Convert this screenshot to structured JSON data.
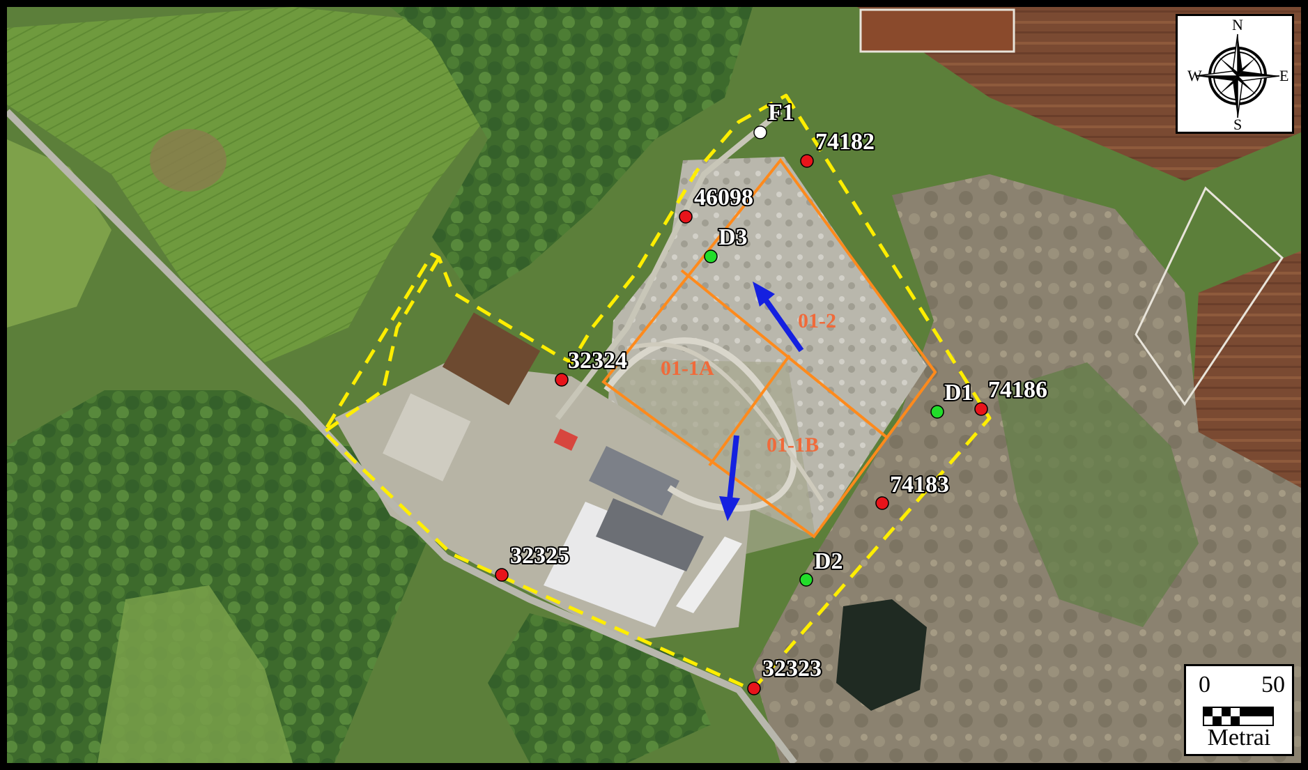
{
  "map": {
    "wells": [
      {
        "id": "F1",
        "label": "F1",
        "kind": "white"
      },
      {
        "id": "74182",
        "label": "74182",
        "kind": "red"
      },
      {
        "id": "46098",
        "label": "46098",
        "kind": "red"
      },
      {
        "id": "D3",
        "label": "D3",
        "kind": "green"
      },
      {
        "id": "32324",
        "label": "32324",
        "kind": "red"
      },
      {
        "id": "D1",
        "label": "D1",
        "kind": "green"
      },
      {
        "id": "74186",
        "label": "74186",
        "kind": "red"
      },
      {
        "id": "74183",
        "label": "74183",
        "kind": "red"
      },
      {
        "id": "D2",
        "label": "D2",
        "kind": "green"
      },
      {
        "id": "32325",
        "label": "32325",
        "kind": "red"
      },
      {
        "id": "32323",
        "label": "32323",
        "kind": "red"
      }
    ],
    "cells": [
      {
        "id": "01-2",
        "label": "01-2"
      },
      {
        "id": "01-1A",
        "label": "01-1A"
      },
      {
        "id": "01-1B",
        "label": "01-1B"
      }
    ],
    "compass": {
      "north": "N",
      "south": "S",
      "east": "E",
      "west": "W"
    },
    "scale": {
      "start": "0",
      "end": "50",
      "unit": "Metrai"
    },
    "colors": {
      "well_red": "#e8141b",
      "well_green": "#22dd2a",
      "well_white": "#ffffff",
      "boundary": "#ffee00",
      "cells": "#ff8a1c",
      "flow_arrow": "#1420e0",
      "cell_label": "#f06a3a"
    },
    "icons": [
      "compass-rose-icon",
      "flow-direction-arrow-icon"
    ]
  }
}
